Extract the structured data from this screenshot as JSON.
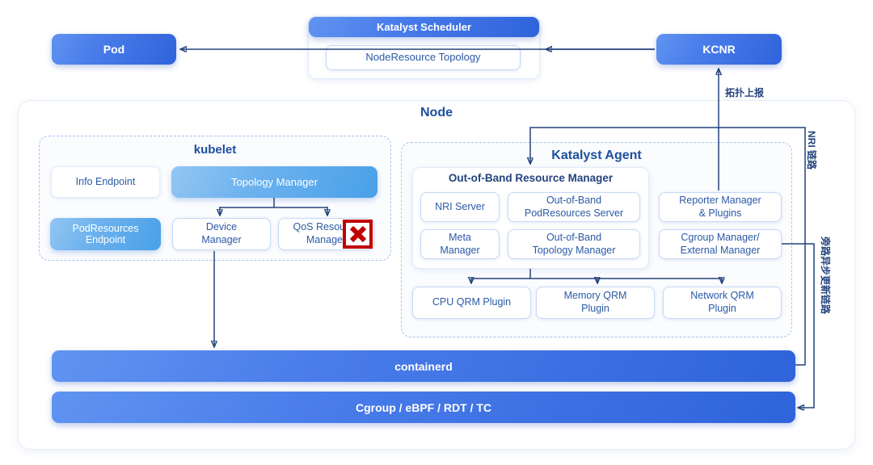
{
  "top": {
    "pod": "Pod",
    "scheduler_title": "Katalyst Scheduler",
    "scheduler_inner": "NodeResource Topology",
    "kcnr": "KCNR"
  },
  "node": {
    "title": "Node",
    "kubelet": {
      "title": "kubelet",
      "info_endpoint": "Info Endpoint",
      "topology_manager": "Topology Manager",
      "podresources_endpoint": "PodResources\nEndpoint",
      "device_manager": "Device\nManager",
      "qos_resource_manager": "QoS Resource\nManager"
    },
    "agent": {
      "title": "Katalyst Agent",
      "oorm": {
        "title": "Out-of-Band Resource Manager",
        "nri_server": "NRI Server",
        "oob_podresources_server": "Out-of-Band\nPodResources Server",
        "meta_manager": "Meta\nManager",
        "oob_topology_manager": "Out-of-Band\nTopology Manager"
      },
      "reporter_manager": "Reporter Manager\n& Plugins",
      "cgroup_manager": "Cgroup Manager/\nExternal Manager",
      "cpu_qrm": "CPU QRM Plugin",
      "memory_qrm": "Memory QRM\nPlugin",
      "network_qrm": "Network QRM\nPlugin"
    },
    "containerd": "containerd",
    "cgroup_bar": "Cgroup / eBPF / RDT / TC"
  },
  "edge_labels": {
    "topology_report": "拓扑上报",
    "nri_link": "NRI 链路",
    "bypass_link": "旁路异步更新链路"
  },
  "colors": {
    "primary_blue_start": "#6094f0",
    "primary_blue_end": "#2f63da",
    "sky_blue_start": "#93c6f2",
    "sky_blue_end": "#48a0e8",
    "line_navy": "#24437c",
    "error_red": "#c00000",
    "dashed_border": "#a9c4ec",
    "box_border": "#c6d9f5",
    "title_blue": "#1d4f9e"
  }
}
